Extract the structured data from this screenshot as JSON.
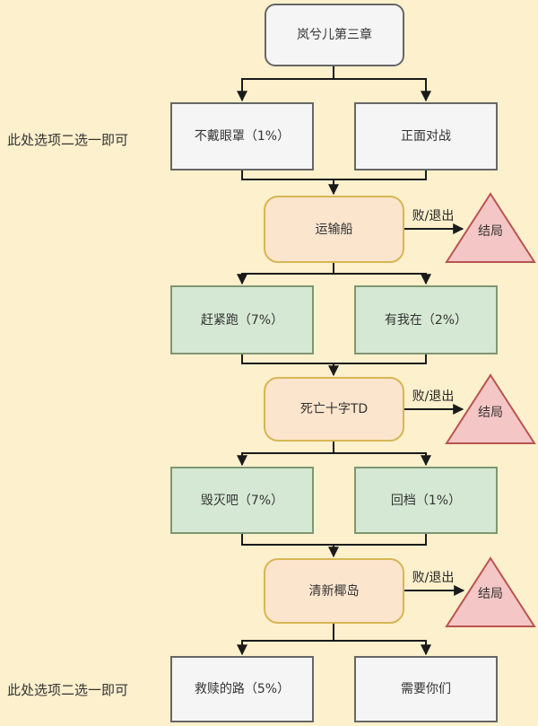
{
  "colors": {
    "background": "#FDF0CC",
    "node_fill": "#F5F5F5",
    "node_stroke": "#666666",
    "green_fill": "#D5E8D4",
    "green_stroke": "#7F9672",
    "orange_fill": "#FCE5CD",
    "orange_stroke": "#D6B656",
    "ending_fill": "#F5C6C6",
    "ending_stroke": "#B85450",
    "line": "#1A1A1A",
    "text": "#333333"
  },
  "notes": {
    "top": "此处选项二选一即可",
    "bottom": "此处选项二选一即可"
  },
  "nodes": {
    "start": "岚兮儿第三章",
    "stage1_left": "不戴眼罩（1%）",
    "stage1_right": "正面对战",
    "battle1": "运输船",
    "stage2_left": "赶紧跑（7%）",
    "stage2_right": "有我在（2%）",
    "battle2": "死亡十字TD",
    "stage3_left": "毁灭吧（7%）",
    "stage3_right": "回档（1%）",
    "battle3": "清新椰岛",
    "stage4_left": "救赎的路（5%）",
    "stage4_right": "需要你们"
  },
  "endings": [
    {
      "edge_label": "败/退出",
      "label": "结局"
    },
    {
      "edge_label": "败/退出",
      "label": "结局"
    },
    {
      "edge_label": "败/退出",
      "label": "结局"
    }
  ]
}
